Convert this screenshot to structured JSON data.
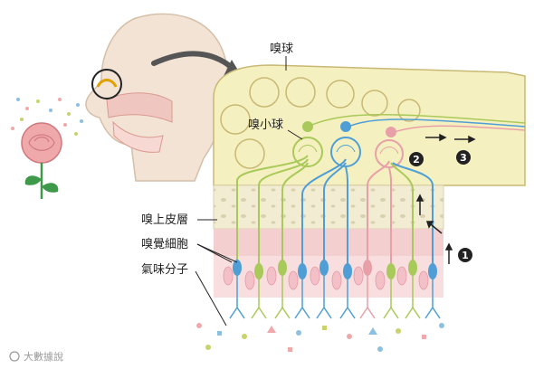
{
  "labels": {
    "olfactory_bulb": "嗅球",
    "glomerulus": "嗅小球",
    "olfactory_epithelium": "嗅上皮層",
    "olfactory_cells": "嗅覺細胞",
    "odor_molecules": "氣味分子"
  },
  "step_markers": [
    "1",
    "2",
    "3"
  ],
  "watermark": "大數據說",
  "colors": {
    "bulb_fill": "#f5f0c0",
    "bulb_outline": "#c9b873",
    "bone": "#f2ecd2",
    "epithelium": "#f3cfcf",
    "green_neuron": "#a9c95a",
    "blue_neuron": "#4f9fd6",
    "pink_neuron": "#e8a0a8",
    "head_skin": "#f3e3d5",
    "rose": "#f0a9ab",
    "stem": "#3e9a4a"
  }
}
